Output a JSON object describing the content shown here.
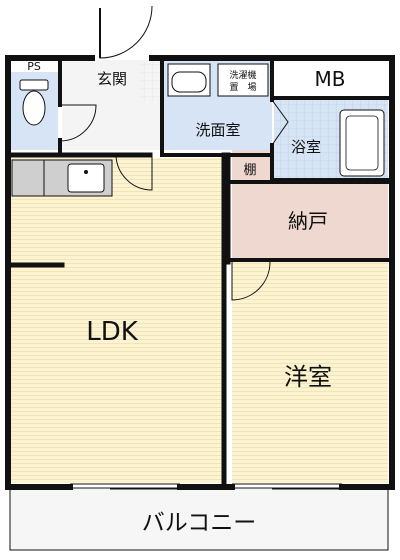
{
  "rooms": {
    "ps": "PS",
    "genkan": "玄関",
    "washer_line1": "洗濯機",
    "washer_line2": "置　場",
    "mb": "MB",
    "senmen": "洗面室",
    "yokushitsu": "浴室",
    "tana": "棚",
    "nando": "納戸",
    "ldk": "LDK",
    "youshitsu": "洋室",
    "balcony": "バルコニー"
  },
  "colors": {
    "wall": "#111111",
    "wood_floor": "#fbf3d2",
    "tile_blue": "#d6e4f5",
    "storage_pink": "#efd8cf",
    "entrance_gray": "#f0f0f0",
    "balcony_fill": "#f6f6f6",
    "fixture_gray": "#cfcfcf"
  }
}
